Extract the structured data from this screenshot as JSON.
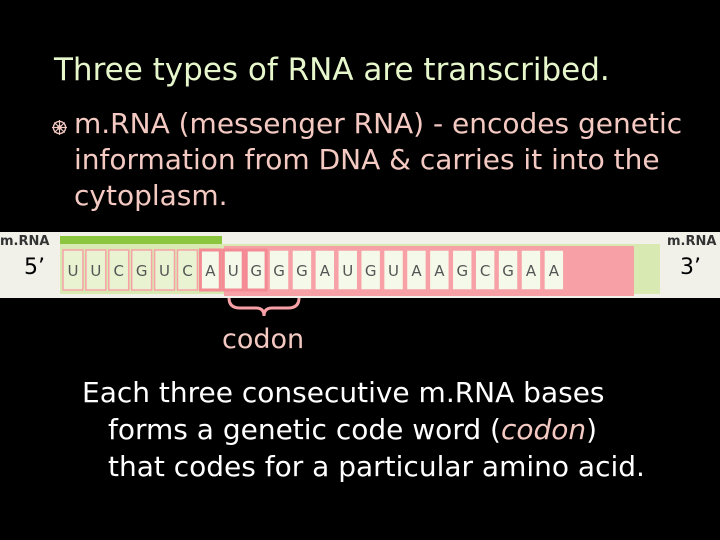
{
  "title": "Three types of RNA are transcribed.",
  "bullet": {
    "icon": "bullet-gear-icon",
    "text": "m.RNA (messenger RNA) - encodes genetic information from DNA & carries it into the cytoplasm."
  },
  "strip": {
    "left_tag": "m.RNA",
    "right_tag": "m.RNA",
    "five_prime": "5’",
    "three_prime": "3’",
    "bases": [
      "U",
      "U",
      "C",
      "G",
      "U",
      "C",
      "A",
      "U",
      "G",
      "G",
      "G",
      "A",
      "U",
      "G",
      "U",
      "A",
      "A",
      "G",
      "C",
      "G",
      "A",
      "A"
    ],
    "highlight_color": "#f7a1a7",
    "strip_color": "#d8e9b2"
  },
  "codon_label": "codon",
  "bottom": {
    "line1": "Each three consecutive m.RNA bases",
    "line2a": "forms a genetic code word (",
    "codon_word": "codon",
    "line2b": ")",
    "line3": "that codes for a particular amino acid."
  }
}
